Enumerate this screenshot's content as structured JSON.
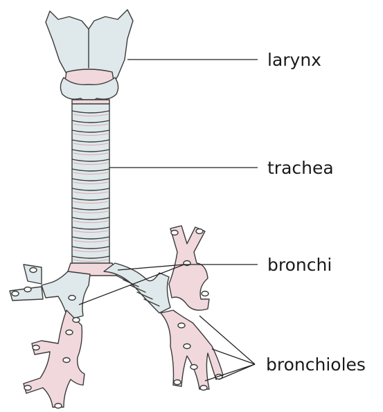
{
  "labels": {
    "larynx": "larynx",
    "trachea": "trachea",
    "bronchi": "bronchi",
    "bronchioles": "bronchioles"
  },
  "colors": {
    "tissue": "#dfe8ea",
    "pink": "#f0d8dc",
    "outline": "#3a3a3a",
    "leader": "#222222"
  }
}
